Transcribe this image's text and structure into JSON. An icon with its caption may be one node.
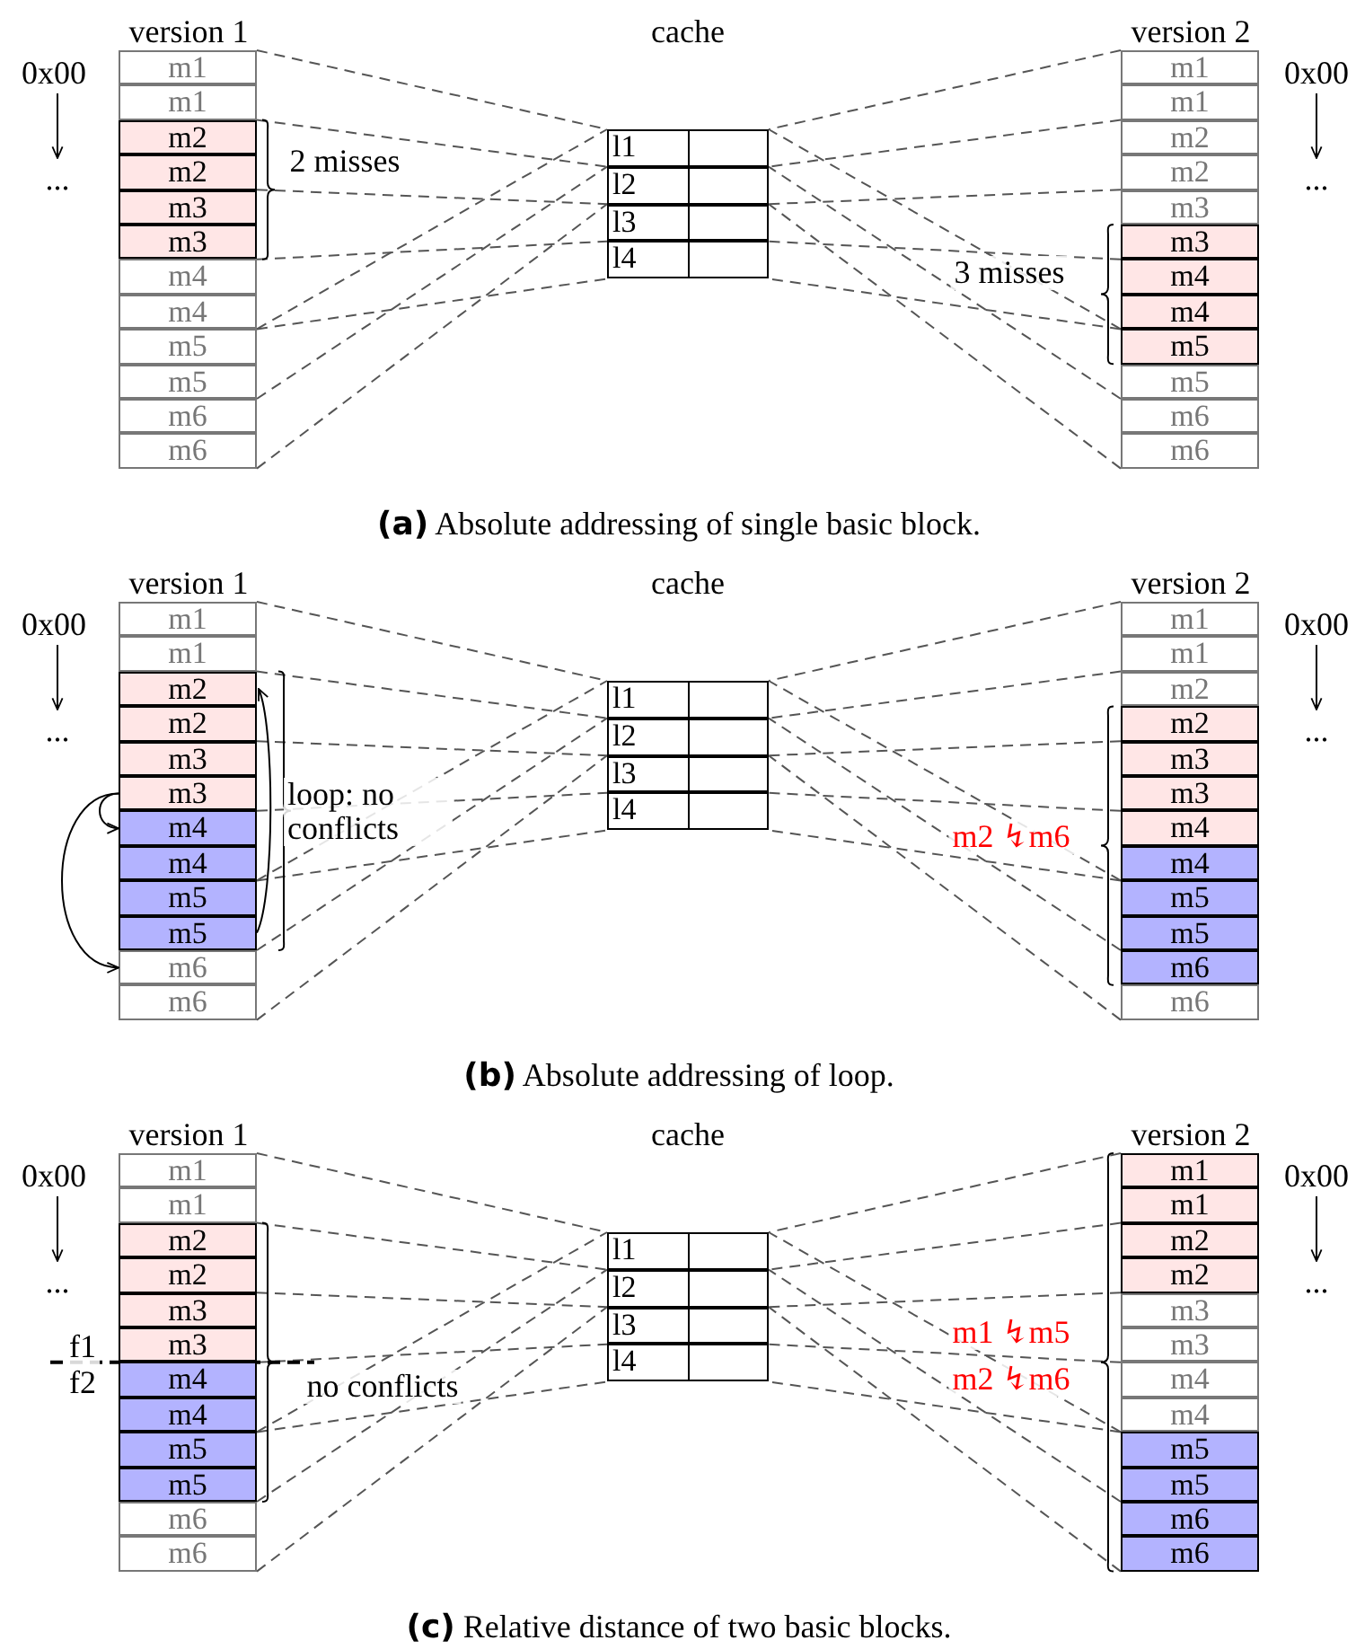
{
  "diagram": {
    "nodes": [
      {
        "text": [
          "m1"
        ]
      },
      {
        "text": [
          "m1"
        ]
      },
      {
        "text": [
          "m2"
        ]
      },
      {
        "text": [
          "m2"
        ]
      },
      {
        "text": [
          "m3"
        ]
      },
      {
        "text": [
          "m3"
        ]
      },
      {
        "text": [
          "m4"
        ]
      },
      {
        "text": [
          "m4"
        ]
      },
      {
        "text": [
          "m5"
        ]
      },
      {
        "text": [
          "m5"
        ]
      },
      {
        "text": [
          "m6"
        ]
      },
      {
        "text": [
          "m6"
        ]
      },
      {
        "text": [
          "l1"
        ]
      },
      {
        "text": [
          "l2"
        ]
      },
      {
        "text": [
          "l3"
        ]
      },
      {
        "text": [
          "l4"
        ]
      },
      {
        "text": [
          "m1"
        ]
      },
      {
        "text": [
          "m1"
        ]
      },
      {
        "text": [
          "m2"
        ]
      },
      {
        "text": [
          "m2"
        ]
      },
      {
        "text": [
          "m3"
        ]
      },
      {
        "text": [
          "m3"
        ]
      },
      {
        "text": [
          "m4"
        ]
      },
      {
        "text": [
          "m4"
        ]
      },
      {
        "text": [
          "m5"
        ]
      },
      {
        "text": [
          "m5"
        ]
      },
      {
        "text": [
          "m6"
        ]
      },
      {
        "text": [
          "m6"
        ]
      },
      {
        "text": [
          "m1"
        ]
      },
      {
        "text": [
          "m1"
        ]
      },
      {
        "text": [
          "m2"
        ]
      },
      {
        "text": [
          "m2"
        ]
      },
      {
        "text": [
          "m3"
        ]
      },
      {
        "text": [
          "m3"
        ]
      },
      {
        "text": [
          "m4"
        ]
      },
      {
        "text": [
          "m4"
        ]
      },
      {
        "text": [
          "m5"
        ]
      },
      {
        "text": [
          "m5"
        ]
      },
      {
        "text": [
          "m6"
        ]
      },
      {
        "text": [
          "m6"
        ]
      },
      {
        "text": [
          "l1"
        ]
      },
      {
        "text": [
          "l2"
        ]
      },
      {
        "text": [
          "l3"
        ]
      },
      {
        "text": [
          "l4"
        ]
      },
      {
        "text": [
          "m1"
        ]
      },
      {
        "text": [
          "m1"
        ]
      },
      {
        "text": [
          "m2"
        ]
      },
      {
        "text": [
          "m2"
        ]
      },
      {
        "text": [
          "m3"
        ]
      },
      {
        "text": [
          "m3"
        ]
      },
      {
        "text": [
          "m4"
        ]
      },
      {
        "text": [
          "m4"
        ]
      },
      {
        "text": [
          "m5"
        ]
      },
      {
        "text": [
          "m5"
        ]
      },
      {
        "text": [
          "m6"
        ]
      },
      {
        "text": [
          "m6"
        ]
      },
      {
        "text": [
          "m1"
        ]
      },
      {
        "text": [
          "m1"
        ]
      },
      {
        "text": [
          "m2"
        ]
      },
      {
        "text": [
          "m2"
        ]
      },
      {
        "text": [
          "m3"
        ]
      },
      {
        "text": [
          "m3"
        ]
      },
      {
        "text": [
          "m4"
        ]
      },
      {
        "text": [
          "m4"
        ]
      },
      {
        "text": [
          "m5"
        ]
      },
      {
        "text": [
          "m5"
        ]
      },
      {
        "text": [
          "m6"
        ]
      },
      {
        "text": [
          "m6"
        ]
      },
      {
        "text": [
          "l1"
        ]
      },
      {
        "text": [
          "l2"
        ]
      },
      {
        "text": [
          "l3"
        ]
      },
      {
        "text": [
          "l4"
        ]
      },
      {
        "text": [
          "m1"
        ]
      },
      {
        "text": [
          "m1"
        ]
      },
      {
        "text": [
          "m2"
        ]
      },
      {
        "text": [
          "m2"
        ]
      },
      {
        "text": [
          "m3"
        ]
      },
      {
        "text": [
          "m3"
        ]
      },
      {
        "text": [
          "m4"
        ]
      },
      {
        "text": [
          "m4"
        ]
      },
      {
        "text": [
          "m5"
        ]
      },
      {
        "text": [
          "m5"
        ]
      },
      {
        "text": [
          "m6"
        ]
      },
      {
        "text": [
          "m6"
        ]
      }
    ],
    "edges": [
      {
        "from": 0,
        "to": 12,
        "arrow": "none",
        "style": "dashed"
      },
      {
        "from": 2,
        "to": 13,
        "arrow": "none",
        "style": "dashed"
      },
      {
        "from": 4,
        "to": 14,
        "arrow": "none",
        "style": "dashed"
      },
      {
        "from": 6,
        "to": 15,
        "arrow": "none",
        "style": "dashed"
      },
      {
        "from": 7,
        "to": 15,
        "arrow": "none",
        "style": "dashed"
      },
      {
        "from": 8,
        "to": 12,
        "arrow": "none",
        "style": "dashed"
      },
      {
        "from": 10,
        "to": 13,
        "arrow": "none",
        "style": "dashed"
      },
      {
        "from": 11,
        "to": 13,
        "arrow": "none",
        "style": "dashed"
      },
      {
        "from": 16,
        "to": 12,
        "arrow": "none",
        "style": "dashed"
      },
      {
        "from": 18,
        "to": 13,
        "arrow": "none",
        "style": "dashed"
      },
      {
        "from": 20,
        "to": 14,
        "arrow": "none",
        "style": "dashed"
      },
      {
        "from": 22,
        "to": 15,
        "arrow": "none",
        "style": "dashed"
      },
      {
        "from": 23,
        "to": 15,
        "arrow": "none",
        "style": "dashed"
      },
      {
        "from": 24,
        "to": 12,
        "arrow": "none",
        "style": "dashed"
      },
      {
        "from": 26,
        "to": 13,
        "arrow": "none",
        "style": "dashed"
      },
      {
        "from": 27,
        "to": 13,
        "arrow": "none",
        "style": "dashed"
      },
      {
        "from": 28,
        "to": 40,
        "arrow": "none",
        "style": "dashed"
      },
      {
        "from": 30,
        "to": 41,
        "arrow": "none",
        "style": "dashed"
      },
      {
        "from": 32,
        "to": 42,
        "arrow": "none",
        "style": "dashed"
      },
      {
        "from": 34,
        "to": 43,
        "arrow": "none",
        "style": "dashed"
      },
      {
        "from": 35,
        "to": 43,
        "arrow": "none",
        "style": "dashed"
      },
      {
        "from": 36,
        "to": 40,
        "arrow": "none",
        "style": "dashed"
      },
      {
        "from": 38,
        "to": 41,
        "arrow": "none",
        "style": "dashed"
      },
      {
        "from": 39,
        "to": 41,
        "arrow": "none",
        "style": "dashed"
      },
      {
        "from": 44,
        "to": 40,
        "arrow": "none",
        "style": "dashed"
      },
      {
        "from": 46,
        "to": 41,
        "arrow": "none",
        "style": "dashed"
      },
      {
        "from": 48,
        "to": 42,
        "arrow": "none",
        "style": "dashed"
      },
      {
        "from": 50,
        "to": 43,
        "arrow": "none",
        "style": "dashed"
      },
      {
        "from": 51,
        "to": 43,
        "arrow": "none",
        "style": "dashed"
      },
      {
        "from": 52,
        "to": 40,
        "arrow": "none",
        "style": "dashed"
      },
      {
        "from": 54,
        "to": 41,
        "arrow": "none",
        "style": "dashed"
      },
      {
        "from": 55,
        "to": 41,
        "arrow": "none",
        "style": "dashed"
      },
      {
        "from": 33,
        "to": 34,
        "arrow": "to"
      },
      {
        "from": 33,
        "to": 38,
        "arrow": "to"
      },
      {
        "from": 37,
        "to": 30,
        "arrow": "to"
      },
      {
        "from": 56,
        "to": 68,
        "arrow": "none",
        "style": "dashed"
      },
      {
        "from": 58,
        "to": 69,
        "arrow": "none",
        "style": "dashed"
      },
      {
        "from": 60,
        "to": 70,
        "arrow": "none",
        "style": "dashed"
      },
      {
        "from": 62,
        "to": 71,
        "arrow": "none",
        "style": "dashed"
      },
      {
        "from": 63,
        "to": 71,
        "arrow": "none",
        "style": "dashed"
      },
      {
        "from": 64,
        "to": 68,
        "arrow": "none",
        "style": "dashed"
      },
      {
        "from": 66,
        "to": 69,
        "arrow": "none",
        "style": "dashed"
      },
      {
        "from": 67,
        "to": 69,
        "arrow": "none",
        "style": "dashed"
      },
      {
        "from": 72,
        "to": 68,
        "arrow": "none",
        "style": "dashed"
      },
      {
        "from": 74,
        "to": 69,
        "arrow": "none",
        "style": "dashed"
      },
      {
        "from": 76,
        "to": 70,
        "arrow": "none",
        "style": "dashed"
      },
      {
        "from": 78,
        "to": 71,
        "arrow": "none",
        "style": "dashed"
      },
      {
        "from": 79,
        "to": 71,
        "arrow": "none",
        "style": "dashed"
      },
      {
        "from": 80,
        "to": 68,
        "arrow": "none",
        "style": "dashed"
      },
      {
        "from": 82,
        "to": 69,
        "arrow": "none",
        "style": "dashed"
      },
      {
        "from": 83,
        "to": 69,
        "arrow": "none",
        "style": "dashed"
      }
    ],
    "labels": [
      "version 1",
      "cache",
      "version 2",
      "0x00",
      "...",
      "0x00",
      "...",
      "2 misses",
      "3 misses",
      "**(a)** Absolute addressing of single basic block.",
      "version 1",
      "cache",
      "version 2",
      "0x00",
      "...",
      "0x00",
      "...",
      "loop: no conflicts",
      "m2 ↯m6",
      "**(b)** Absolute addressing of loop.",
      "version 1",
      "cache",
      "version 2",
      "0x00",
      "...",
      "0x00",
      "...",
      "f1",
      "f2",
      "no conflicts",
      "m1 ↯m5",
      "m2 ↯m6",
      "**(c)** Relative distance of two basic blocks."
    ]
  }
}
